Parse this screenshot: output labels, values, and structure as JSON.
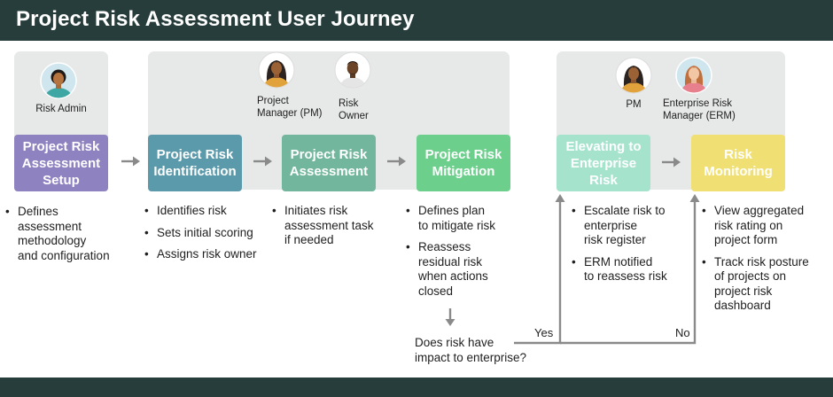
{
  "header": {
    "title": "Project Risk Assessment User Journey"
  },
  "roles": {
    "risk_admin": "Risk Admin",
    "project_manager": "Project\nManager (PM)",
    "risk_owner": "Risk\nOwner",
    "pm": "PM",
    "erm": "Enterprise Risk\nManager (ERM)"
  },
  "steps": [
    {
      "label": "Project Risk\nAssessment\nSetup",
      "color": "#8e82c0"
    },
    {
      "label": "Project Risk\nIdentification",
      "color": "#5b9aaa"
    },
    {
      "label": "Project Risk\nAssessment",
      "color": "#72b79d"
    },
    {
      "label": "Project Risk\nMitigation",
      "color": "#6ccf8c"
    },
    {
      "label": "Elevating to\nEnterprise\nRisk",
      "color": "#a6e3cd"
    },
    {
      "label": "Risk\nMonitoring",
      "color": "#f0df72"
    }
  ],
  "bullets": {
    "setup": [
      "Defines\nassessment\nmethodology\nand configuration"
    ],
    "identification": [
      "Identifies risk",
      "Sets initial scoring",
      "Assigns risk owner"
    ],
    "assessment": [
      "Initiates risk\nassessment task\nif needed"
    ],
    "mitigation": [
      "Defines plan\nto mitigate risk",
      "Reassess\nresidual risk\nwhen actions\nclosed"
    ],
    "elevating": [
      "Escalate risk to\nenterprise\nrisk register",
      "ERM notified\nto reassess risk"
    ],
    "monitoring": [
      "View aggregated\nrisk rating on\nproject form",
      "Track risk posture\nof projects on\nproject risk\ndashboard"
    ]
  },
  "decision": {
    "question": "Does risk have\nimpact to enterprise?",
    "yes": "Yes",
    "no": "No"
  },
  "icons": {
    "avatar": "person-avatar-icon",
    "arrow": "right-arrow-icon"
  },
  "colors": {
    "header_bg": "#263d3b",
    "panel_bg": "#e7e8e8",
    "connector": "#8a8a8a"
  }
}
